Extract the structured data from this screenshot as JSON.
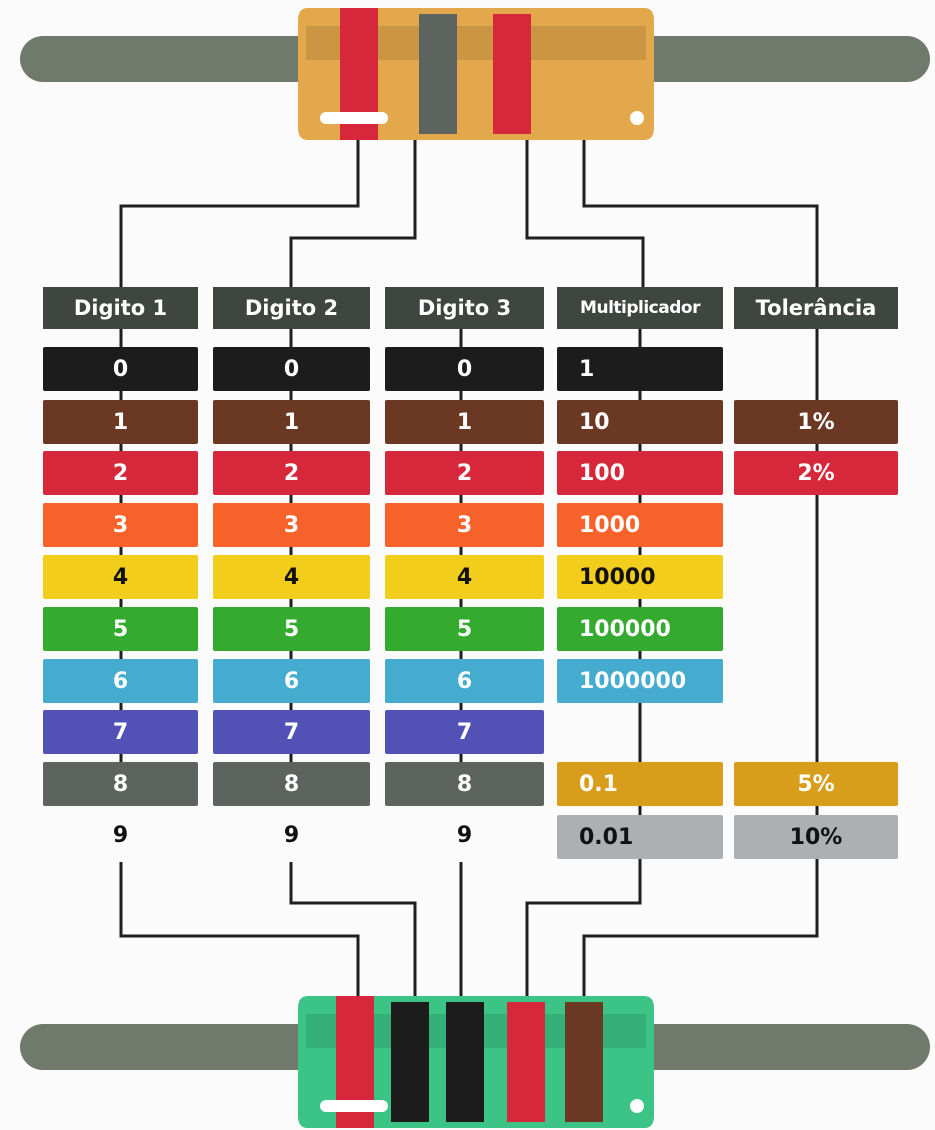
{
  "colors": {
    "black": "#1c1c1c",
    "brown": "#6b3824",
    "red": "#d6283a",
    "orange": "#f7622a",
    "yellow": "#f2cd1b",
    "green": "#34ab2f",
    "blue": "#45abcf",
    "violet": "#5151b6",
    "gray": "#5d635e",
    "gold": "#d99d1c",
    "silver": "#adb0b3",
    "header": "#3f4640",
    "line": "#1f1f1f",
    "lead": "#6f7a6c",
    "body_top": "#e3a84c",
    "body_bottom": "#3cc386"
  },
  "headers": [
    "Digito 1",
    "Digito 2",
    "Digito 3",
    "Multiplicador",
    "Tolerância"
  ],
  "digits": [
    {
      "label": "0",
      "color": "black"
    },
    {
      "label": "1",
      "color": "brown"
    },
    {
      "label": "2",
      "color": "red"
    },
    {
      "label": "3",
      "color": "orange"
    },
    {
      "label": "4",
      "color": "yellow"
    },
    {
      "label": "5",
      "color": "green"
    },
    {
      "label": "6",
      "color": "blue"
    },
    {
      "label": "7",
      "color": "violet"
    },
    {
      "label": "8",
      "color": "gray"
    },
    {
      "label": "9",
      "color": "white"
    }
  ],
  "multipliers": [
    {
      "label": "1",
      "color": "black"
    },
    {
      "label": "10",
      "color": "brown"
    },
    {
      "label": "100",
      "color": "red"
    },
    {
      "label": "1000",
      "color": "orange"
    },
    {
      "label": "10000",
      "color": "yellow"
    },
    {
      "label": "100000",
      "color": "green"
    },
    {
      "label": "1000000",
      "color": "blue"
    },
    {
      "label": "0.1",
      "color": "gold"
    },
    {
      "label": "0.01",
      "color": "silver"
    }
  ],
  "tolerances": [
    {
      "label": "1%",
      "color": "brown"
    },
    {
      "label": "2%",
      "color": "red"
    },
    {
      "label": "5%",
      "color": "gold"
    },
    {
      "label": "10%",
      "color": "silver"
    }
  ],
  "resistor_top": {
    "bands": [
      "red",
      "gray",
      "red"
    ]
  },
  "resistor_bottom": {
    "bands": [
      "red",
      "black",
      "black",
      "red",
      "brown"
    ]
  }
}
